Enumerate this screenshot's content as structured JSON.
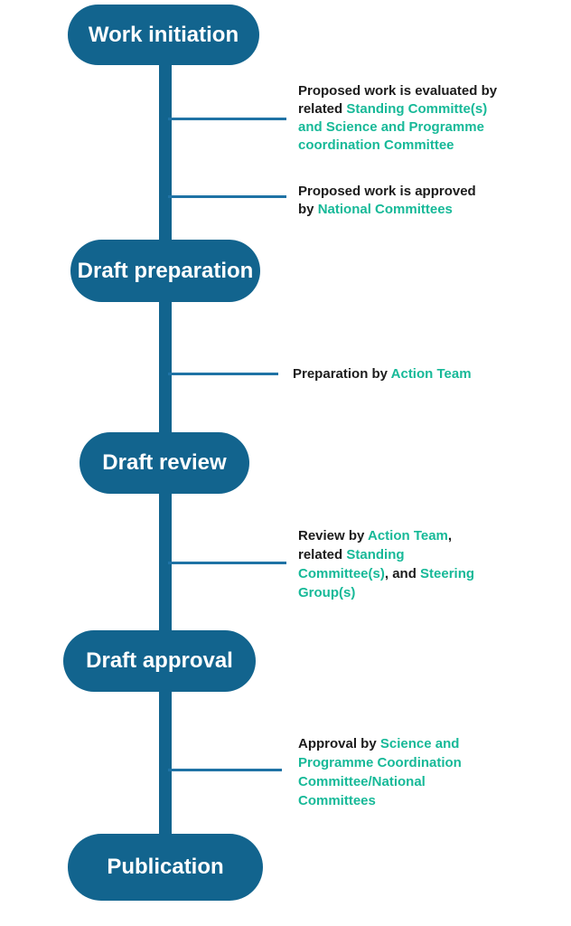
{
  "steps": [
    {
      "label": "Work initiation"
    },
    {
      "label": "Draft preparation"
    },
    {
      "label": "Draft review"
    },
    {
      "label": "Draft approval"
    },
    {
      "label": "Publication"
    }
  ],
  "annotations": [
    {
      "segments": [
        {
          "text": "Proposed work is evaluated by related ",
          "style": "plain"
        },
        {
          "text": "Standing Committe(s) and Science and Programme coordination Committee",
          "style": "highlight"
        }
      ]
    },
    {
      "segments": [
        {
          "text": "Proposed work is approved by ",
          "style": "plain"
        },
        {
          "text": "National Committees",
          "style": "highlight"
        }
      ]
    },
    {
      "segments": [
        {
          "text": "Preparation by ",
          "style": "plain"
        },
        {
          "text": "Action Team",
          "style": "highlight"
        }
      ]
    },
    {
      "segments": [
        {
          "text": "Review by ",
          "style": "plain"
        },
        {
          "text": "Action Team",
          "style": "highlight"
        },
        {
          "text": ", related ",
          "style": "plain"
        },
        {
          "text": "Standing Committee(s)",
          "style": "highlight"
        },
        {
          "text": ", and ",
          "style": "plain"
        },
        {
          "text": "Steering Group(s)",
          "style": "highlight"
        }
      ]
    },
    {
      "segments": [
        {
          "text": "Approval by ",
          "style": "plain"
        },
        {
          "text": "Science and Programme Coordination Committee/National Committees",
          "style": "highlight"
        }
      ]
    }
  ],
  "colors": {
    "node_blue": "#12648E",
    "connector_blue": "#1F73A5",
    "highlight_teal": "#17B998",
    "text_dark": "#1C1C1C",
    "node_text": "#FFFFFF"
  }
}
